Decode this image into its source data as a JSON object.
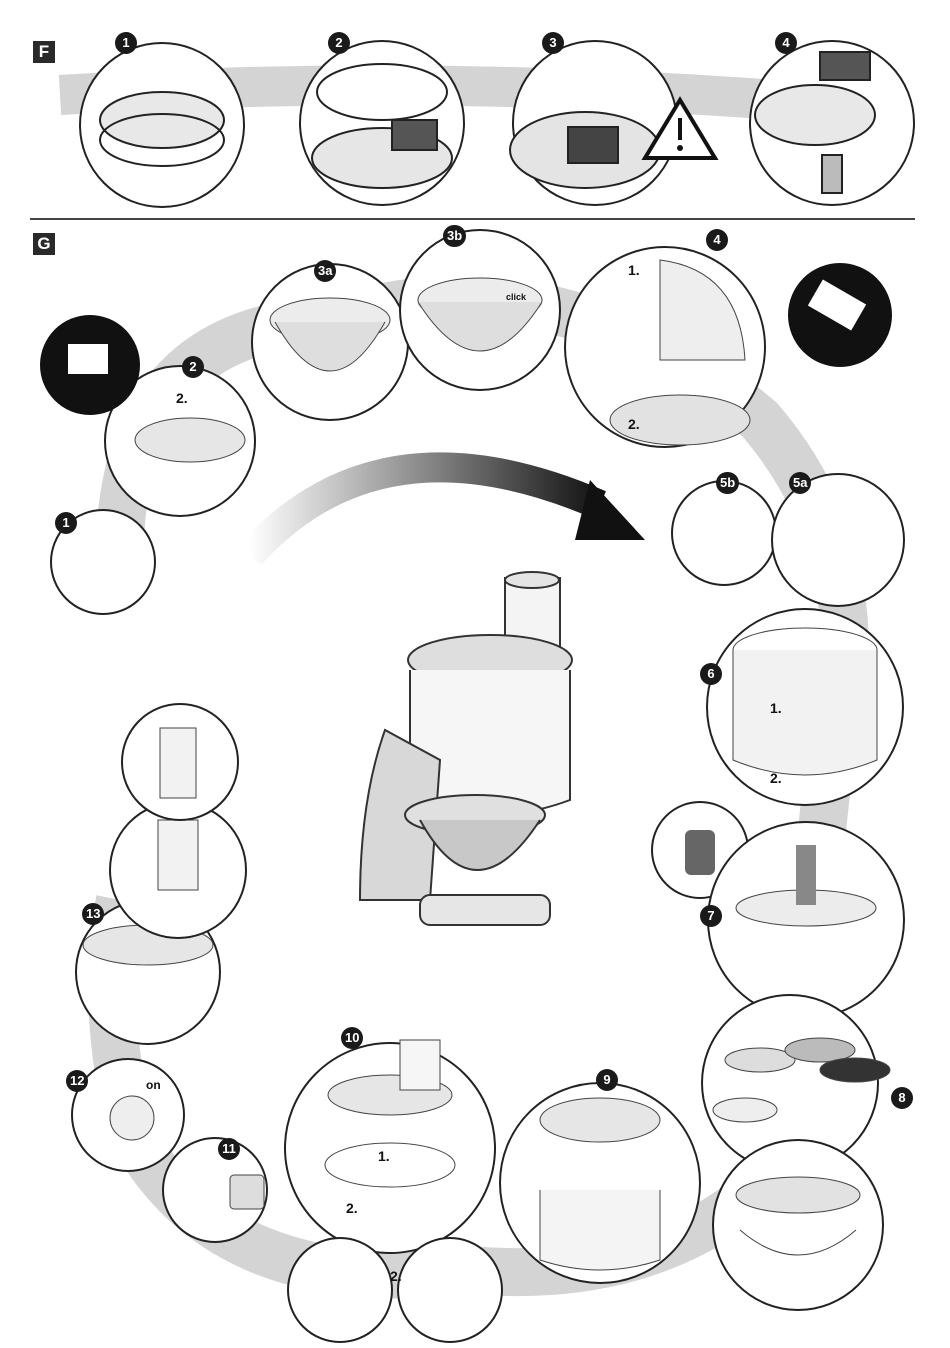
{
  "sections": [
    {
      "letter": "F"
    },
    {
      "letter": "G"
    }
  ],
  "section_f": {
    "steps": [
      "1",
      "2",
      "3",
      "4"
    ]
  },
  "section_g": {
    "steps": {
      "s1": "1",
      "s2": "2",
      "s3a": "3a",
      "s3b": "3b",
      "s4": "4",
      "s5a": "5a",
      "s5b": "5b",
      "s6": "6",
      "s7": "7",
      "s8": "8",
      "s9": "9",
      "s10": "10",
      "s11": "11",
      "s12": "12",
      "s13": "13"
    },
    "labels": {
      "s2_sub": "2.",
      "s4_sub1": "1.",
      "s4_sub2": "2.",
      "s6_sub1": "1.",
      "s6_sub2": "2.",
      "s10_sub1": "1.",
      "s10_sub2": "2.",
      "s10_sub3": "2.",
      "s12_on": "on",
      "s3b_click": "click"
    }
  },
  "colors": {
    "ink": "#1a1a1a",
    "path_band": "#d0d0d0",
    "line": "#555555",
    "warning": "#111111"
  }
}
